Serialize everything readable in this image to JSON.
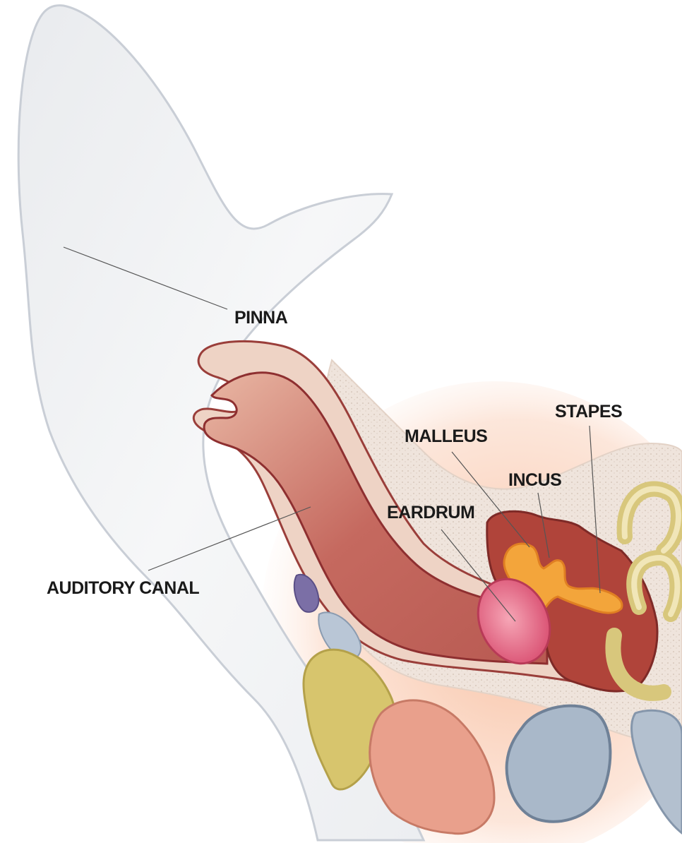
{
  "labels": {
    "pinna": "PINNA",
    "auditory_canal": "AUDITORY CANAL",
    "malleus": "MALLEUS",
    "incus": "INCUS",
    "eardrum": "EARDRUM",
    "stapes": "STAPES"
  },
  "colors": {
    "pinna_fill": "#f2f3f5",
    "pinna_outline": "#c9ced6",
    "canal_wall": "#e8c9b8",
    "canal_lumen": "#c8726a",
    "canal_outline": "#8e2f30",
    "bone": "#efe4dc",
    "middle_ear": "#b0443a",
    "ossicles": "#f3a53b",
    "eardrum": "#e56a86",
    "cochlea": "#e7dca3",
    "gland_yellow": "#d7c56d",
    "gland_pink": "#e9a08c",
    "cartilage_blue": "#a9b8c9",
    "tissue_glow": "#f7c4a6",
    "leader_line": "#555555"
  }
}
